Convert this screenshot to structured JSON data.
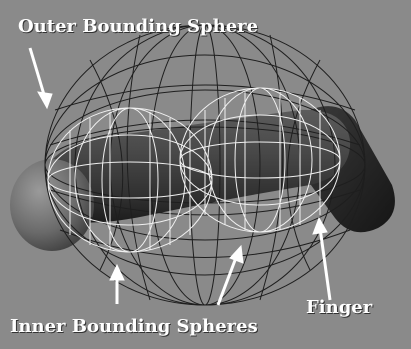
{
  "labels": {
    "outer": "Outer Bounding Sphere",
    "inner": "Inner Bounding Spheres",
    "finger": "Finger"
  },
  "colors": {
    "background": "#8a8a8a",
    "wire_outer": "#1e1e1e",
    "wire_inner": "#f0f0f0",
    "finger_dark": "#3a3a3a",
    "label": "#ffffff"
  }
}
